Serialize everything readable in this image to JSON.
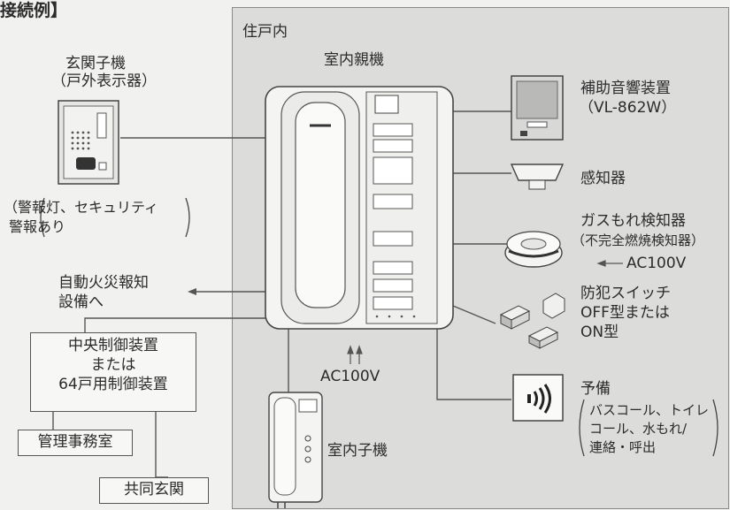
{
  "header": {
    "title": "接続例】"
  },
  "panel_label": "住戸内",
  "devices": {
    "master": "室内親機",
    "entrance_line1": "玄関子機",
    "entrance_line2": "（戸外表示器）",
    "entrance_note1": "（警報灯、セキュリティ",
    "entrance_note2": "警報あり",
    "aux_line1": "補助音響装置",
    "aux_line2": "（VL-862W）",
    "sensor": "感知器",
    "gas_line1": "ガスもれ検知器",
    "gas_line2": "（不完全燃焼検知器）",
    "gas_ac": "AC100V",
    "switch_line1": "防犯スイッチ",
    "switch_line2": "OFF型または",
    "switch_line3": "ON型",
    "spare": "予備",
    "spare_note1": "バスコール、トイレ",
    "spare_note2": "コール、水もれ/",
    "spare_note3": "連絡・呼出",
    "slave": "室内子機",
    "ac_center": "AC100V"
  },
  "external": {
    "fire_line1": "自動火災報知",
    "fire_line2": "設備へ",
    "central_line1": "中央制御装置",
    "central_line2": "または",
    "central_line3": "64戸用制御装置",
    "office": "管理事務室",
    "common_entrance": "共同玄関"
  }
}
